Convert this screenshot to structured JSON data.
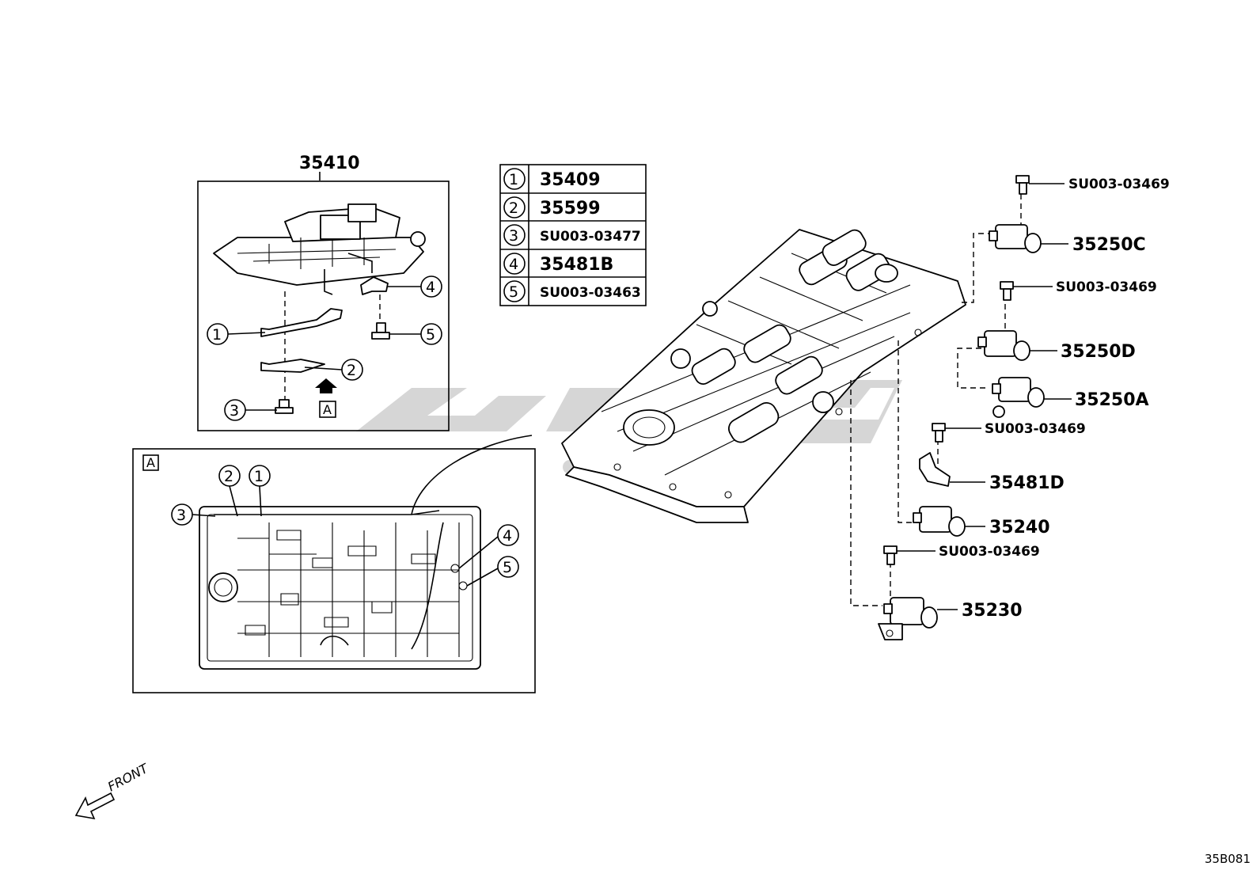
{
  "watermark": {
    "color": "#cfcfcf"
  },
  "top_assembly": {
    "label": "35410",
    "view_tag": "A"
  },
  "detail_view": {
    "tag": "A"
  },
  "legend": [
    {
      "key": "1",
      "part": "35409"
    },
    {
      "key": "2",
      "part": "35599"
    },
    {
      "key": "3",
      "part": "SU003-03477"
    },
    {
      "key": "4",
      "part": "35481B"
    },
    {
      "key": "5",
      "part": "SU003-03463"
    }
  ],
  "callouts": {
    "bolt_c": "SU003-03469",
    "sol_c": "35250C",
    "bolt_d": "SU003-03469",
    "sol_d": "35250D",
    "sol_a": "35250A",
    "bolt_e": "SU003-03469",
    "bracket": "35481D",
    "sol_240": "35240",
    "bolt_f": "SU003-03469",
    "sol_230": "35230"
  },
  "front_label": "FRONT",
  "diagram_code": "35B081"
}
